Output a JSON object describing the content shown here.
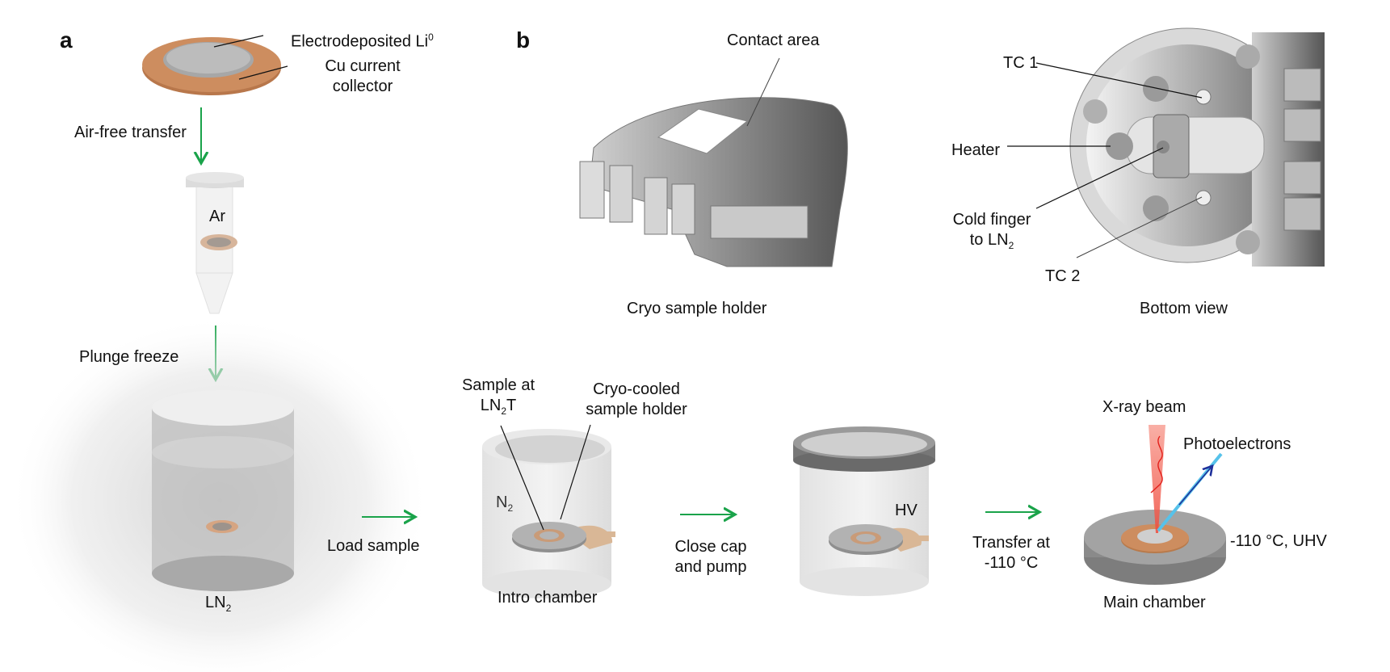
{
  "panels": {
    "a": "a",
    "b": "b"
  },
  "panel_a": {
    "disc_labels": {
      "li": "Electrodeposited Li",
      "li_sup": "0",
      "cu_line1": "Cu current",
      "cu_line2": "collector"
    },
    "step1": "Air-free transfer",
    "tube_gas": "Ar",
    "step2": "Plunge freeze",
    "dewar_label": "LN",
    "dewar_sub": "2"
  },
  "panel_b": {
    "holder": {
      "callout": "Contact area",
      "caption": "Cryo sample holder"
    },
    "bottom_view": {
      "caption": "Bottom view",
      "tc1": "TC 1",
      "heater": "Heater",
      "cold_line1": "Cold finger",
      "cold_line2": "to LN",
      "cold_sub": "2",
      "tc2": "TC 2"
    },
    "process": {
      "load": "Load sample",
      "intro": {
        "sample_line1": "Sample at",
        "sample_line2a": "LN",
        "sample_sub": "2",
        "sample_line2b": "T",
        "holder_line1": "Cryo-cooled",
        "holder_line2": "sample holder",
        "gas": "N",
        "gas_sub": "2",
        "caption": "Intro chamber"
      },
      "close": {
        "line1": "Close cap",
        "line2": "and pump"
      },
      "hv": {
        "label": "HV"
      },
      "transfer": {
        "line1": "Transfer at",
        "line2": "-110 °C"
      },
      "main": {
        "xray": "X-ray beam",
        "photo": "Photoelectrons",
        "conditions": "-110 °C, UHV",
        "caption": "Main chamber"
      }
    }
  },
  "colors": {
    "arrow": "#1aa34a",
    "copper": "#c98a5c",
    "xray": "#f0584a",
    "electron": "#4fc3ea"
  }
}
